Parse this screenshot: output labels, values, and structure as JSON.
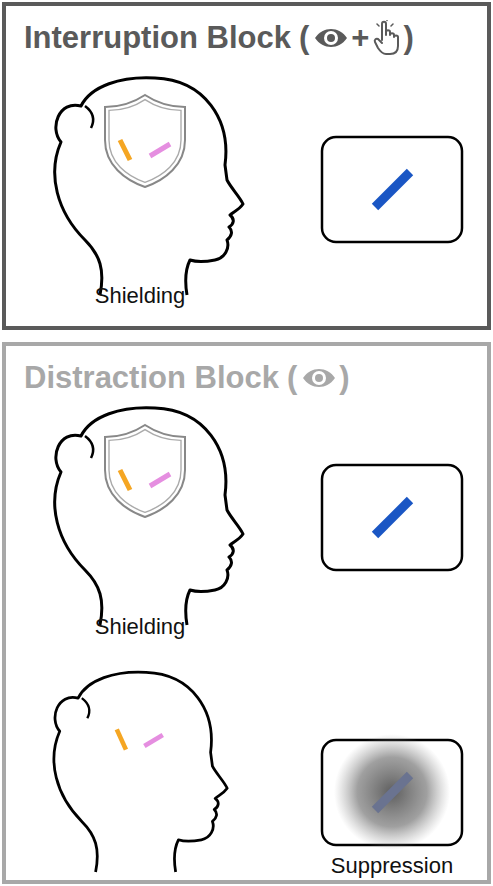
{
  "diagram": {
    "nodes": [
      {
        "text": [
          "Interruption Block",
          "(",
          "+",
          ")"
        ]
      },
      {
        "text": [
          "Distraction Block",
          "(",
          ")"
        ]
      }
    ],
    "labels": [
      "Shielding",
      "Shielding",
      "Suppression"
    ]
  }
}
